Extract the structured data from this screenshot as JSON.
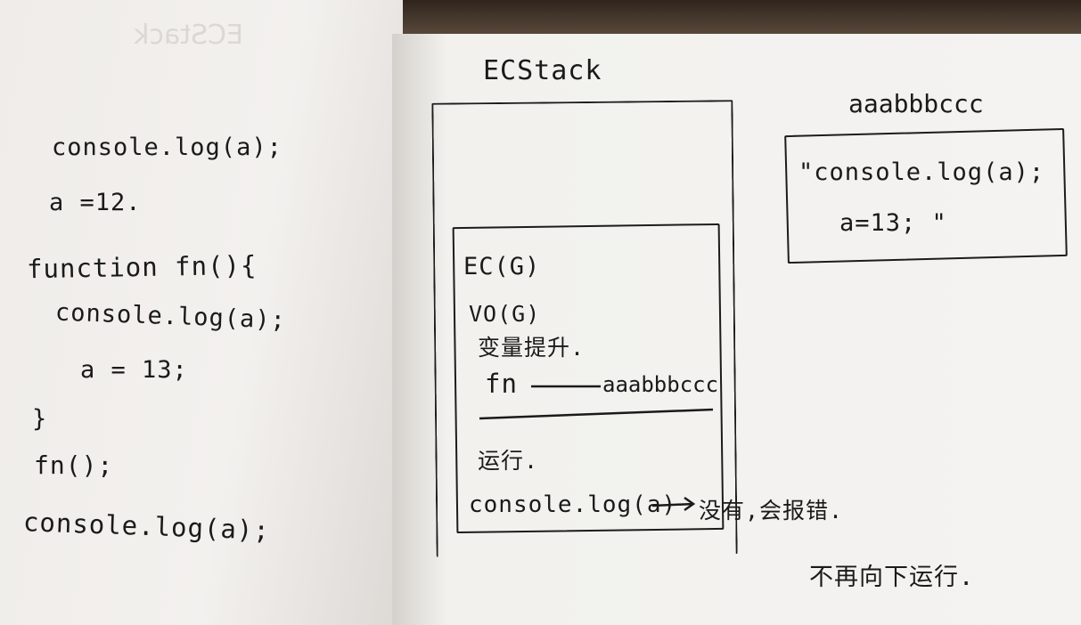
{
  "left_page": {
    "code_lines": [
      "console.log(a);",
      "a =12.",
      "function fn(){",
      "console.log(a);",
      "a = 13;",
      "}",
      "fn();",
      "console.log(a);"
    ],
    "bleed_through": "ECStack"
  },
  "right_page": {
    "ecstack_label": "ECStack",
    "heap_label": "aaabbbccc",
    "heap_content": [
      "\"console.log(a);",
      "a=13; \""
    ],
    "ec_label": "EC(G)",
    "vo_label": "VO(G)",
    "hoisting_label": "变量提升.",
    "fn_label": "fn",
    "fn_ref": "aaabbbccc",
    "run_label": "运行.",
    "run_line": "console.log(a)",
    "run_result": "没有,会报错.",
    "footer": "不再向下运行."
  }
}
